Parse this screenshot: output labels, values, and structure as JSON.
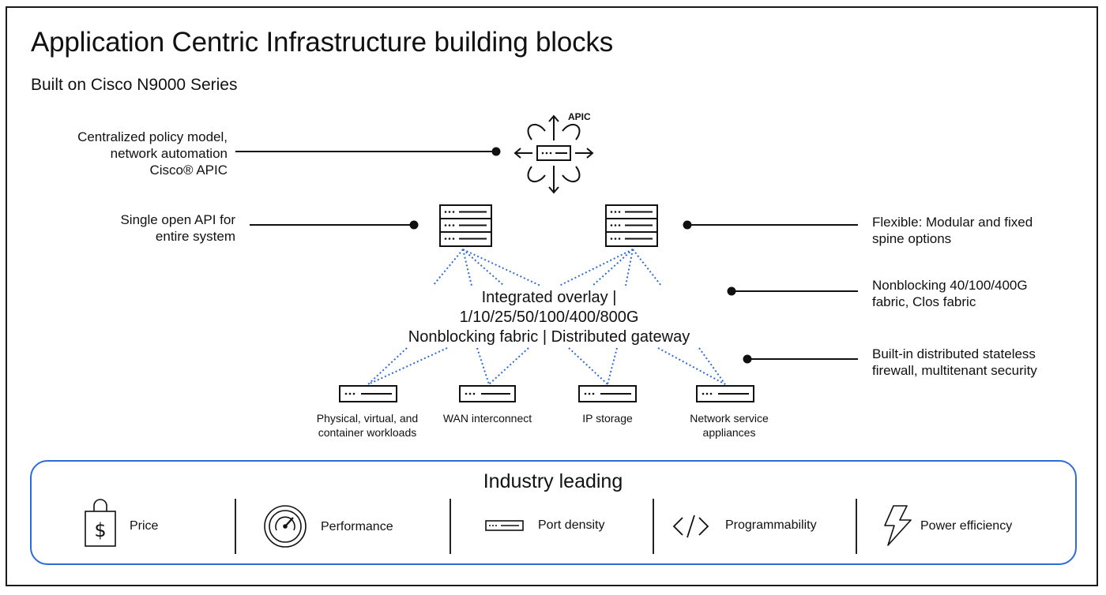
{
  "header": {
    "title": "Application Centric Infrastructure building blocks",
    "subtitle": "Built on Cisco N9000 Series"
  },
  "controller": {
    "label": "APIC"
  },
  "annotations": {
    "policy": [
      "Centralized policy model,",
      "network automation",
      "Cisco® APIC"
    ],
    "api": [
      "Single open API for",
      "entire system"
    ],
    "spine": [
      "Flexible: Modular and fixed",
      "spine options"
    ],
    "fabric": [
      "Nonblocking 40/100/400G",
      "fabric, Clos fabric"
    ],
    "firewall": [
      "Built-in distributed stateless",
      "firewall, multitenant security"
    ]
  },
  "center": {
    "lines": [
      "Integrated overlay |",
      "1/10/25/50/100/400/800G",
      "Nonblocking fabric | Distributed gateway"
    ]
  },
  "leaves": [
    {
      "label": [
        "Physical, virtual, and",
        "container workloads"
      ]
    },
    {
      "label": [
        "WAN interconnect"
      ]
    },
    {
      "label": [
        "IP storage"
      ]
    },
    {
      "label": [
        "Network service",
        "appliances"
      ]
    }
  ],
  "panel": {
    "title": "Industry leading",
    "features": [
      {
        "label": "Price",
        "icon": "shopping-bag-dollar-icon"
      },
      {
        "label": "Performance",
        "icon": "speedometer-icon"
      },
      {
        "label": "Port density",
        "icon": "line-card-icon"
      },
      {
        "label": "Programmability",
        "icon": "code-brackets-icon"
      },
      {
        "label": "Power efficiency",
        "icon": "lightning-bolt-icon"
      }
    ]
  },
  "colors": {
    "accent": "#2e6bd6",
    "link": "#2e6bd6",
    "ink": "#111111"
  }
}
